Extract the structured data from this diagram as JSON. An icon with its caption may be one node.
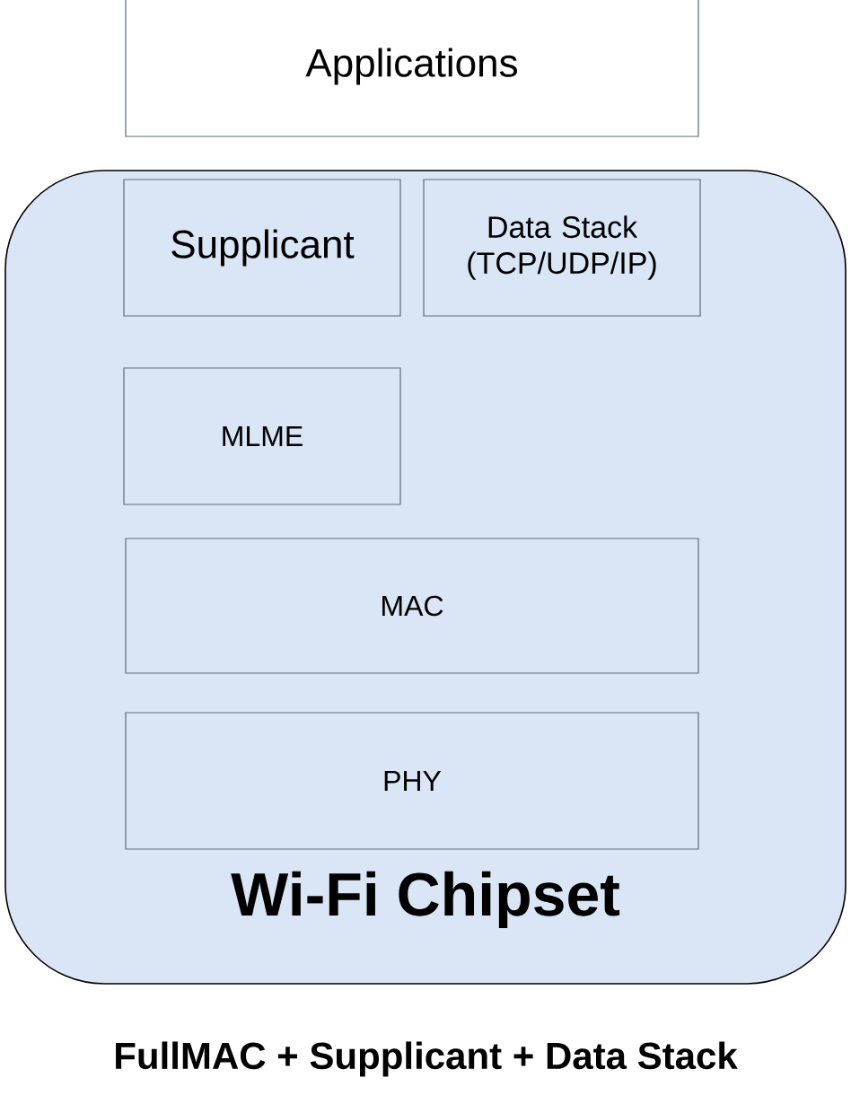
{
  "diagram": {
    "caption": "FullMAC + Supplicant + Data Stack",
    "nodes": [
      {
        "text": [
          "Applications"
        ]
      },
      {
        "text": [
          "Wi-Fi Chipset"
        ]
      },
      {
        "text": [
          "Supplicant"
        ],
        "in": 1
      },
      {
        "text": [
          "Data Stack (TCP/UDP/IP)"
        ],
        "in": 1
      },
      {
        "text": [
          "MLME"
        ],
        "in": 1
      },
      {
        "text": [
          "MAC"
        ],
        "in": 1
      },
      {
        "text": [
          "PHY"
        ],
        "in": 1
      }
    ]
  }
}
